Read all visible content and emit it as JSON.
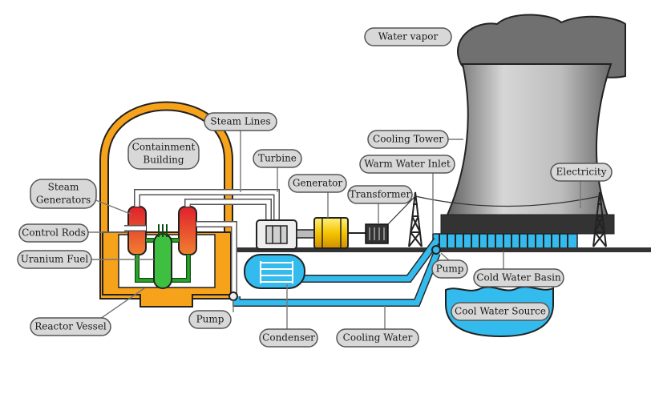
{
  "labels": {
    "water_vapor": "Water vapor",
    "steam_lines": "Steam Lines",
    "containment_building_1": "Containment",
    "containment_building_2": "Building",
    "turbine": "Turbine",
    "cooling_tower": "Cooling Tower",
    "generator": "Generator",
    "warm_water_inlet": "Warm Water Inlet",
    "electricity": "Electricity",
    "steam_generators_1": "Steam",
    "steam_generators_2": "Generators",
    "transformer": "Transformer",
    "control_rods": "Control Rods",
    "uranium_fuel": "Uranium Fuel",
    "pump_right": "Pump",
    "cold_water_basin": "Cold Water Basin",
    "cool_water_source": "Cool Water Source",
    "pump_left": "Pump",
    "reactor_vessel": "Reactor Vessel",
    "condenser": "Condenser",
    "cooling_water": "Cooling Water"
  },
  "colors": {
    "containment": "#f7a21b",
    "steam_generator": "#d8202c",
    "reactor_vessel": "#3fbf3f",
    "cooling_water": "#33bbee",
    "generator": "#f5c400",
    "tower": "#b9b9b9",
    "smoke": "#6e6e6e"
  }
}
